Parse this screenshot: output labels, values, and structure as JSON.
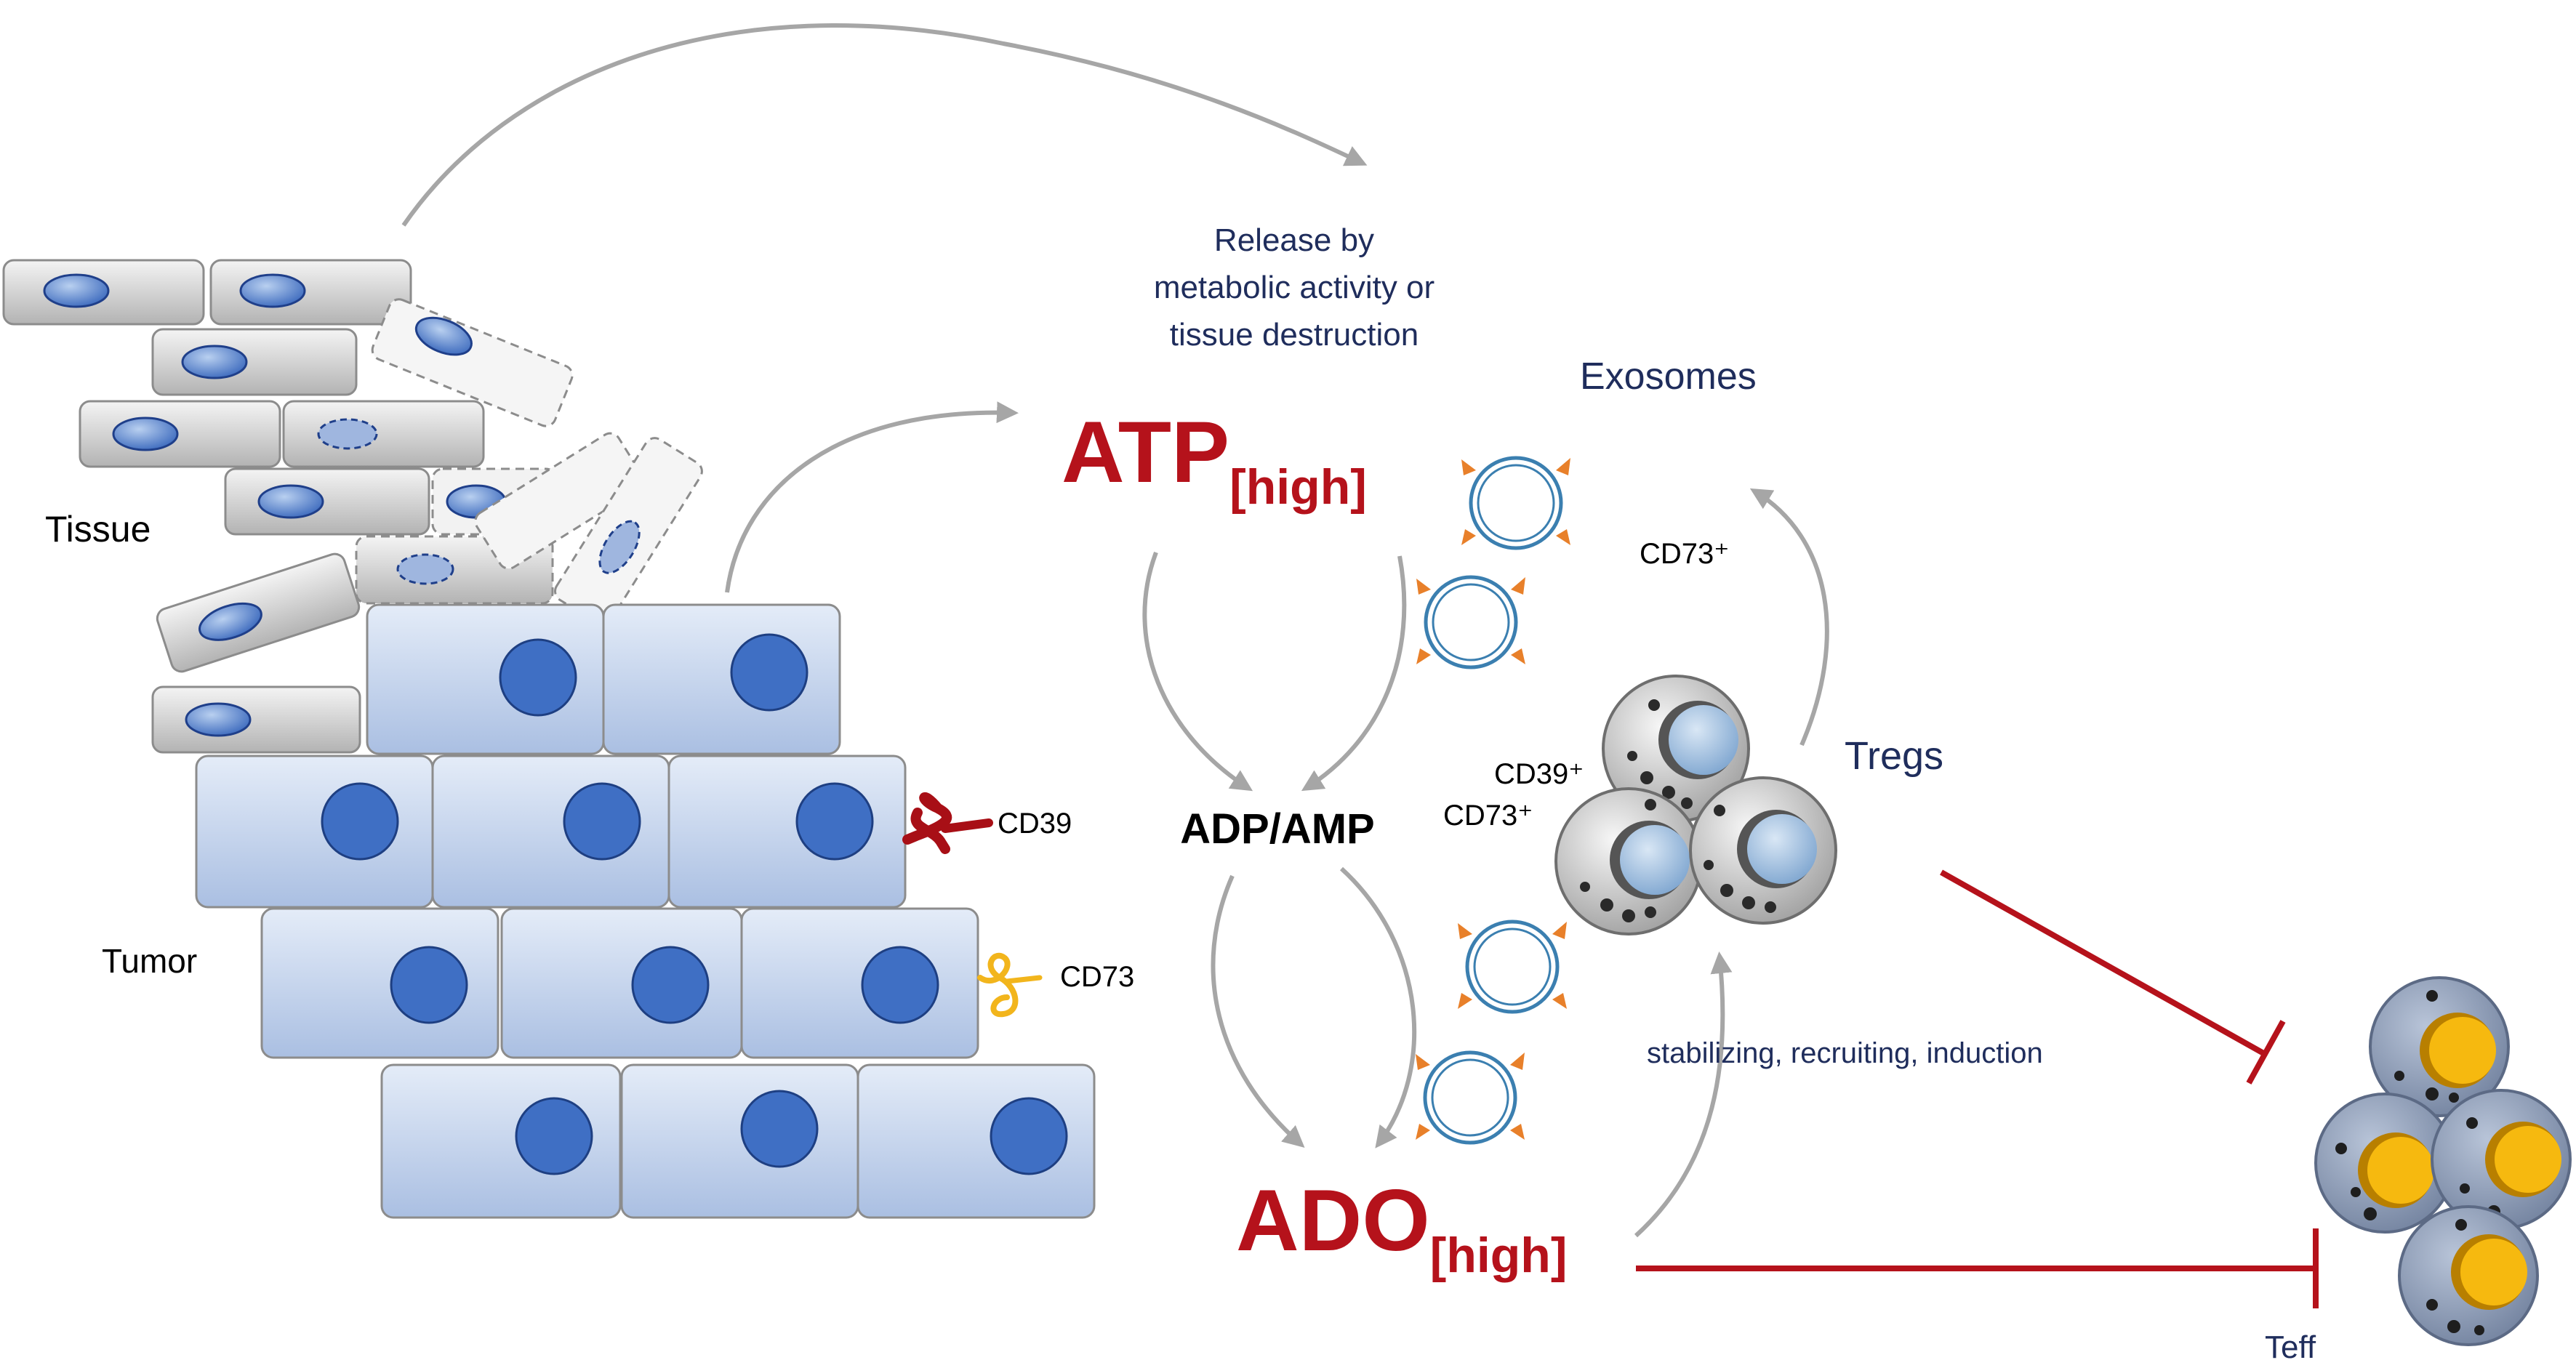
{
  "labels": {
    "tissue": "Tissue",
    "tumor": "Tumor",
    "cd39": "CD39",
    "cd73": "CD73",
    "release_line1": "Release by",
    "release_line2": "metabolic activity or",
    "release_line3": "tissue destruction",
    "atp_main": "ATP",
    "atp_sub": "[high]",
    "adp_amp": "ADP/AMP",
    "ado_main": "ADO",
    "ado_sub": "[high]",
    "exosomes": "Exosomes",
    "cd73_plus_exo": "CD73⁺",
    "cd39_plus": "CD39⁺",
    "cd73_plus_treg": "CD73⁺",
    "tregs": "Tregs",
    "stabilizing": "stabilizing, recruiting, induction",
    "teff": "Teff"
  },
  "colors": {
    "accent_red": "#b5121b",
    "navy_text": "#1f2d5c",
    "arrow_gray": "#a6a6a6",
    "tumor_cell_fill": "#c9d7ee",
    "nucleus_blue": "#3f6fc4",
    "tissue_cell_fill": "#d0d0d0",
    "exosome_blue": "#3b7fb0",
    "exosome_marker_orange": "#e8802a",
    "cd73_yellow": "#f2b51c",
    "teff_fill": "#8a9ab8",
    "teff_nucleus": "#f6b90f"
  }
}
